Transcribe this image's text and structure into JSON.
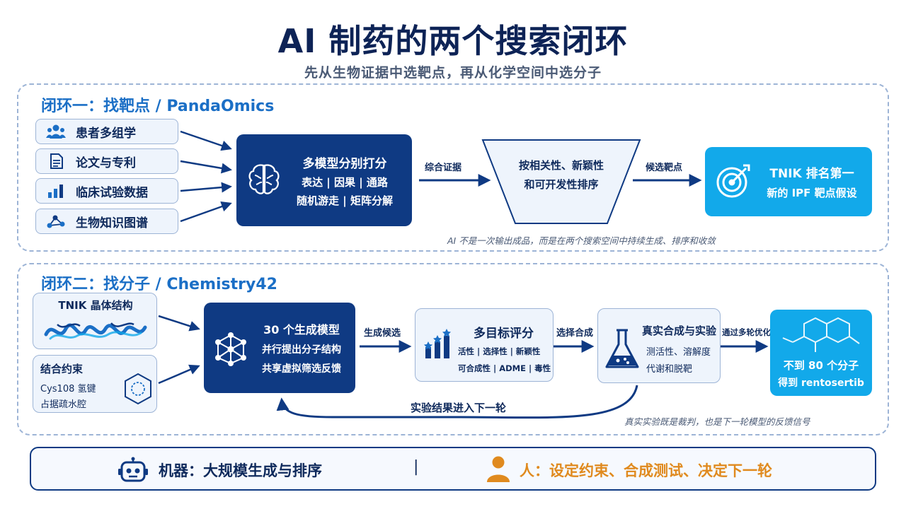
{
  "title": "AI 制药的两个搜索闭环",
  "subtitle": "先从生物证据中选靶点，再从化学空间中选分子",
  "loop1": {
    "title": "闭环一：找靶点 / PandaOmics",
    "sources": [
      "患者多组学",
      "论文与专利",
      "临床试验数据",
      "生物知识图谱"
    ],
    "model_box": {
      "line1": "多模型分别打分",
      "line2": "表达 | 因果 | 通路",
      "line3": "随机游走 | 矩阵分解"
    },
    "arrow1_label": "综合证据",
    "funnel": {
      "line1": "按相关性、新颖性",
      "line2": "和可开发性排序"
    },
    "arrow2_label": "候选靶点",
    "result": {
      "line1": "TNIK 排名第一",
      "line2": "新的 IPF 靶点假设"
    },
    "note": "AI 不是一次输出成品，而是在两个搜索空间中持续生成、排序和收敛"
  },
  "loop2": {
    "title": "闭环二：找分子 / Chemistry42",
    "input1": "TNIK 晶体结构",
    "input2": {
      "title": "结合约束",
      "line1": "Cys108 氢键",
      "line2": "占据疏水腔"
    },
    "gen_box": {
      "line1": "30 个生成模型",
      "line2": "并行提出分子结构",
      "line3": "共享虚拟筛选反馈"
    },
    "arrow1_label": "生成候选",
    "score_box": {
      "title": "多目标评分",
      "line1": "活性 | 选择性 | 新颖性",
      "line2": "可合成性 | ADME | 毒性"
    },
    "arrow2_label": "选择合成",
    "lab_box": {
      "title": "真实合成与实验",
      "line1": "测活性、溶解度",
      "line2": "代谢和脱靶"
    },
    "arrow3_label": "通过多轮优化",
    "result": {
      "line1": "不到 80 个分子",
      "line2": "得到 rentosertib"
    },
    "feedback_label": "实验结果进入下一轮",
    "note": "真实实验既是裁判，也是下一轮模型的反馈信号"
  },
  "bottom": {
    "machine": "机器：大规模生成与排序",
    "divider": "|",
    "human": "人：设定约束、合成测试、决定下一轮"
  },
  "colors": {
    "navy": "#0f3a83",
    "cyan": "#12a9ea",
    "blue_title": "#1b6fc6",
    "human_orange": "#e08a1e"
  }
}
